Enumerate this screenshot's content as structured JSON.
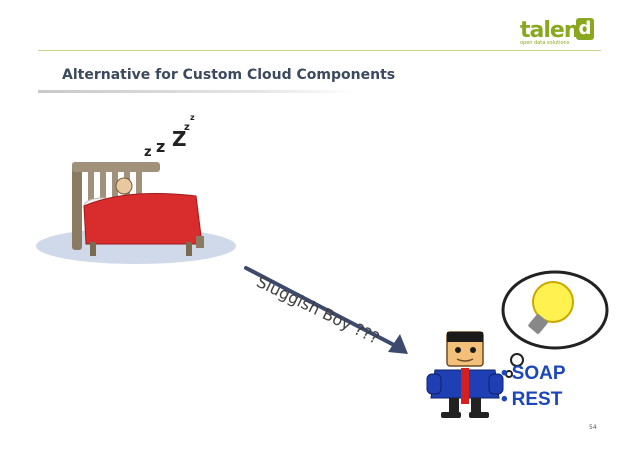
{
  "logo": {
    "text": "talen",
    "mark": "d",
    "tagline": "open data solutions"
  },
  "slide": {
    "title": "Alternative for Custom Cloud Components",
    "arrow_label": "Sluggish Boy ???",
    "bullets": [
      "SOAP",
      "REST"
    ],
    "page_number": "54"
  },
  "colors": {
    "accent": "#8aa81f",
    "title": "#3c4a5e",
    "bullet": "#1d47b8"
  },
  "illustrations": [
    "sleeping-man-in-bed",
    "boy-with-lightbulb-idea"
  ]
}
